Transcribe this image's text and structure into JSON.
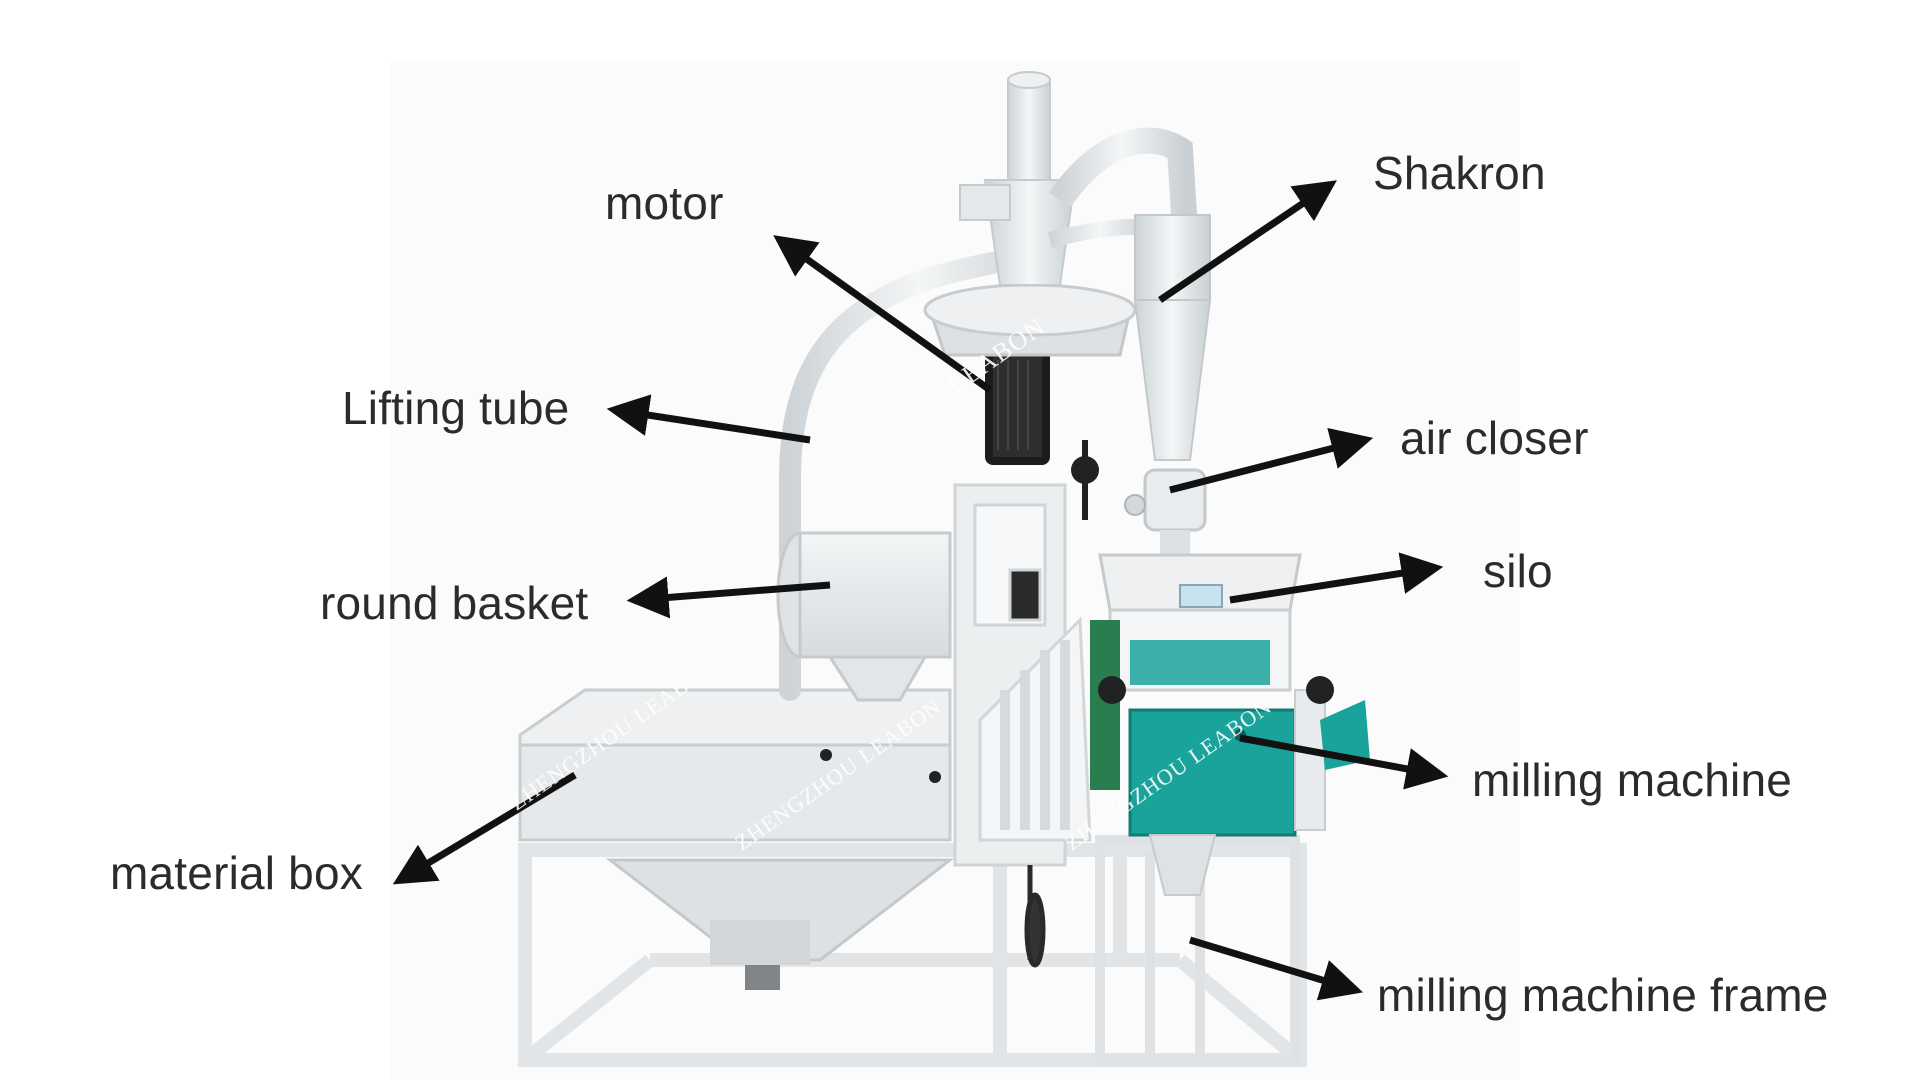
{
  "labels": {
    "motor": "motor",
    "shakron": "Shakron",
    "lifting_tube": "Lifting tube",
    "air_closer": "air closer",
    "round_basket": "round basket",
    "silo": "silo",
    "milling_machine": "milling machine",
    "material_box": "material box",
    "milling_machine_frame": "milling machine frame"
  },
  "watermarks": {
    "brand_short": "LEABON",
    "brand_full": "ZHENGZHOU LEABON"
  },
  "colors": {
    "label_text": "#2b2b2b",
    "arrow": "#111111",
    "machine_body": "#e9ecee",
    "machine_shade": "#cfd4d7",
    "frame": "#e4e6e8",
    "teal_panel": "#1aa39b",
    "motor_black": "#1c1c1c"
  }
}
